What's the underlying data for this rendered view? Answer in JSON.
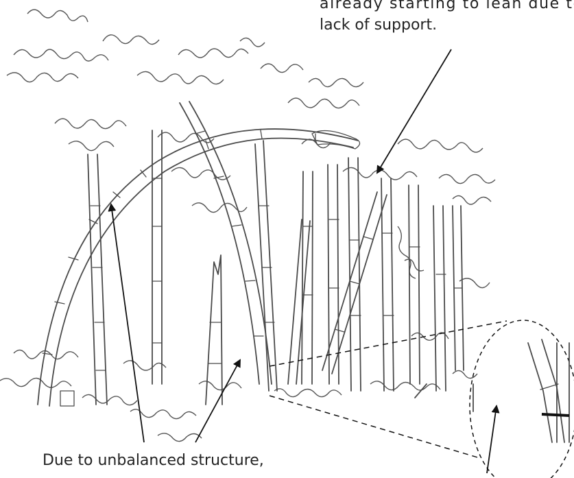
{
  "captions": {
    "top_line_1": "already starting to lean due to",
    "top_line_2": "lack of support.",
    "bottom": "Due to unbalanced structure,"
  }
}
